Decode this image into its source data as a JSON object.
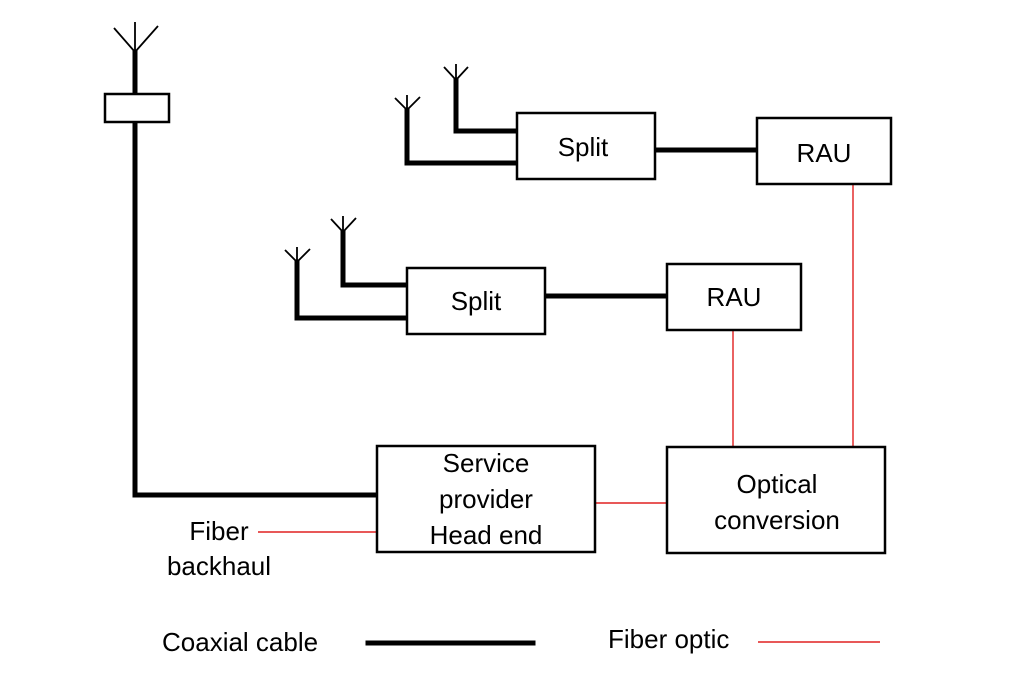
{
  "colors": {
    "coaxial": "#000000",
    "fiber": "#e02020",
    "box_stroke": "#000000",
    "background": "#ffffff"
  },
  "nodes": {
    "split_top": "Split",
    "rau_top": "RAU",
    "split_mid": "Split",
    "rau_mid": "RAU",
    "head_end": [
      "Service",
      "provider",
      "Head end"
    ],
    "optical_conversion": [
      "Optical",
      "conversion"
    ]
  },
  "annotations": {
    "fiber_backhaul": [
      "Fiber",
      "backhaul"
    ]
  },
  "legend": {
    "coaxial": "Coaxial cable",
    "fiber": "Fiber optic"
  },
  "icons": [
    "antenna-icon"
  ]
}
